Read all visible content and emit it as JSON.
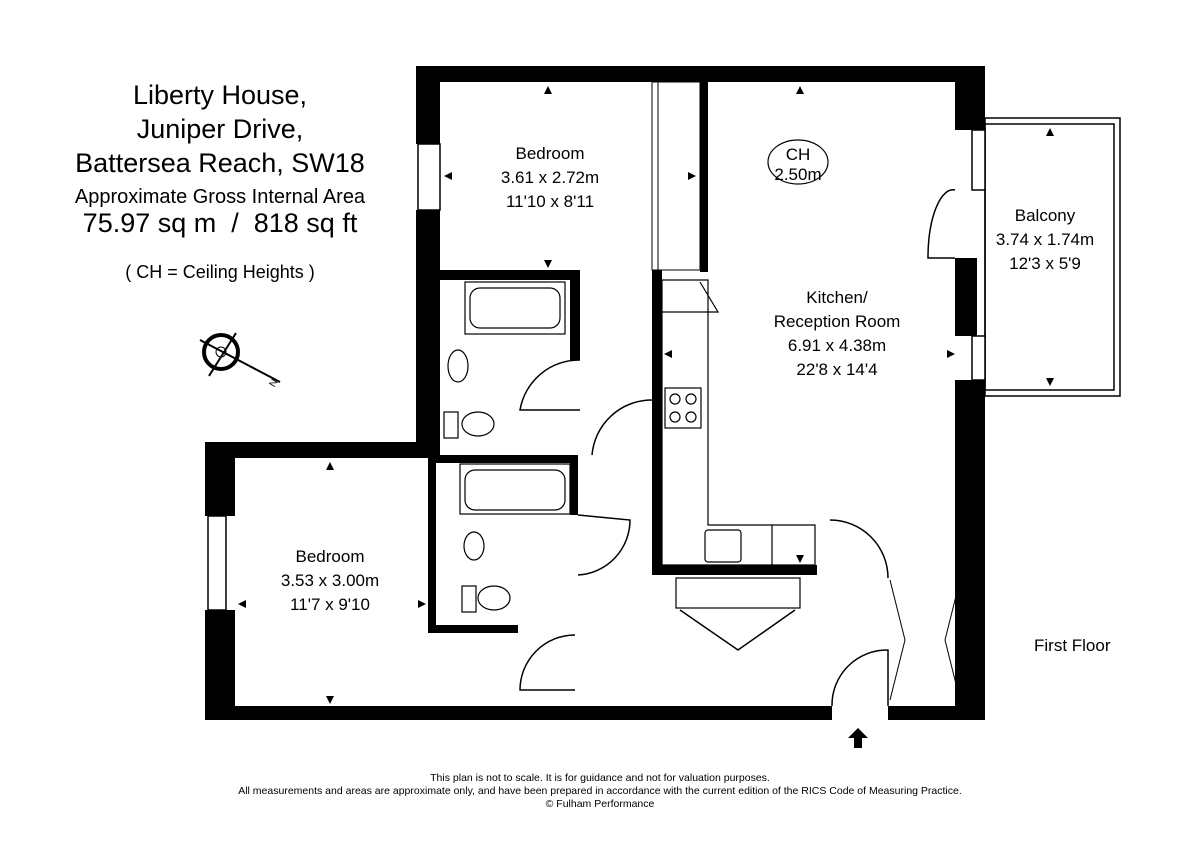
{
  "header": {
    "address_lines": [
      "Liberty House,",
      "Juniper Drive,",
      "Battersea Reach, SW18"
    ],
    "area_label": "Approximate Gross Internal Area",
    "area_value": "75.97 sq m  /  818 sq ft",
    "ch_note": "( CH = Ceiling Heights )"
  },
  "rooms": {
    "bedroom1": {
      "name": "Bedroom",
      "metric": "3.61 x 2.72m",
      "imperial": "11'10 x 8'11"
    },
    "bedroom2": {
      "name": "Bedroom",
      "metric": "3.53 x 3.00m",
      "imperial": "11'7 x 9'10"
    },
    "kitchen": {
      "name_line1": "Kitchen/",
      "name_line2": "Reception Room",
      "metric": "6.91 x 4.38m",
      "imperial": "22'8 x 14'4"
    },
    "balcony": {
      "name": "Balcony",
      "metric": "3.74 x 1.74m",
      "imperial": "12'3 x 5'9"
    }
  },
  "ceiling": {
    "label": "CH",
    "value": "2.50m"
  },
  "compass": {
    "label": "N",
    "icon": "compass-rose-icon"
  },
  "floor_label": "First Floor",
  "footer": {
    "line1": "This plan is not to scale. It is for guidance and not for valuation purposes.",
    "line2": "All measurements and areas are approximate only, and have been prepared in accordance with the current edition of the RICS Code of Measuring Practice.",
    "line3": "© Fulham Performance"
  }
}
